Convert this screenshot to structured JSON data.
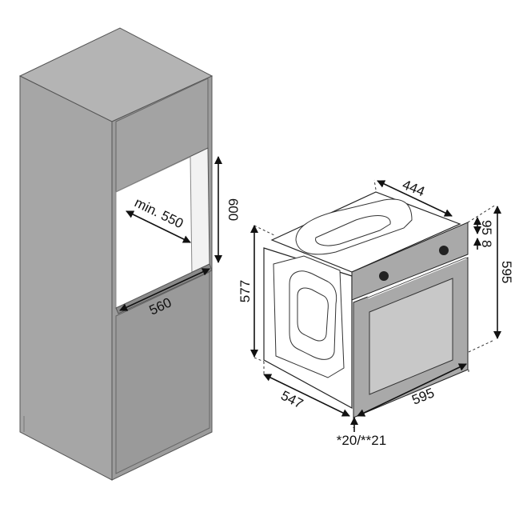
{
  "labels": {
    "niche_height": "600",
    "niche_depth": "min. 550",
    "niche_width": "560",
    "oven_top_depth": "444",
    "panel_height": "95",
    "gap": "8",
    "oven_height": "595",
    "body_height": "577",
    "body_depth": "547",
    "oven_width": "595",
    "front_thickness": "*20/**21"
  },
  "colors": {
    "cabinet_front": "#9c9c9c",
    "cabinet_top": "#b4b4b4",
    "cabinet_side": "#a6a6a6",
    "oven_front": "#a9a9a9",
    "glass": "#c8c8c8"
  }
}
